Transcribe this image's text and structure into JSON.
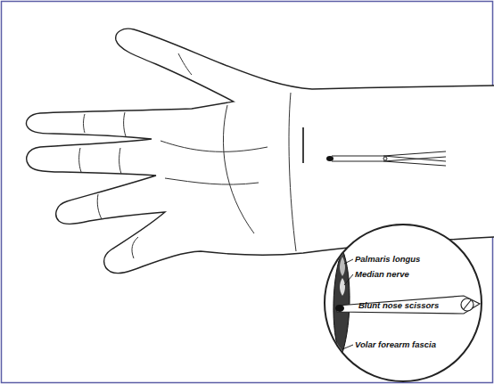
{
  "diagram": {
    "labels": [
      "Palmaris longus",
      "Median nerve",
      "Blunt nose scissors",
      "Volar forearm fascia"
    ]
  }
}
